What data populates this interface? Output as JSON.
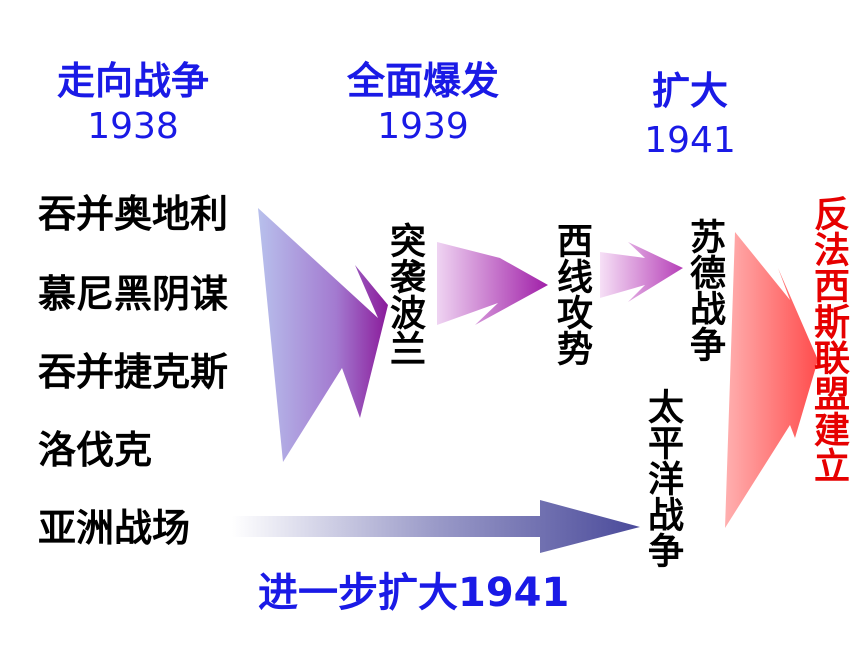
{
  "stages": [
    {
      "title": "走向战争",
      "year": "1938"
    },
    {
      "title": "全面爆发",
      "year": "1939"
    },
    {
      "title": "扩大",
      "year": "1941"
    }
  ],
  "events": [
    "吞并奥地利",
    "慕尼黑阴谋",
    "吞并捷克斯",
    "洛伐克",
    "亚洲战场"
  ],
  "vertical": {
    "poland": "突袭波兰",
    "west": "西线攻势",
    "soviet": "苏德战争",
    "pacific": "太平洋战争",
    "alliance": "反法西斯联盟建立"
  },
  "asia_label": "进一步扩大1941",
  "colors": {
    "stage_blue": "#1a1ae6",
    "alliance_red": "#e60000",
    "arrow_purple": "#8a1a9a",
    "arrow_pink": "#d9b3e6",
    "arrow_red": "#ff6b6b",
    "arrow_navy": "#4a4a9a"
  }
}
